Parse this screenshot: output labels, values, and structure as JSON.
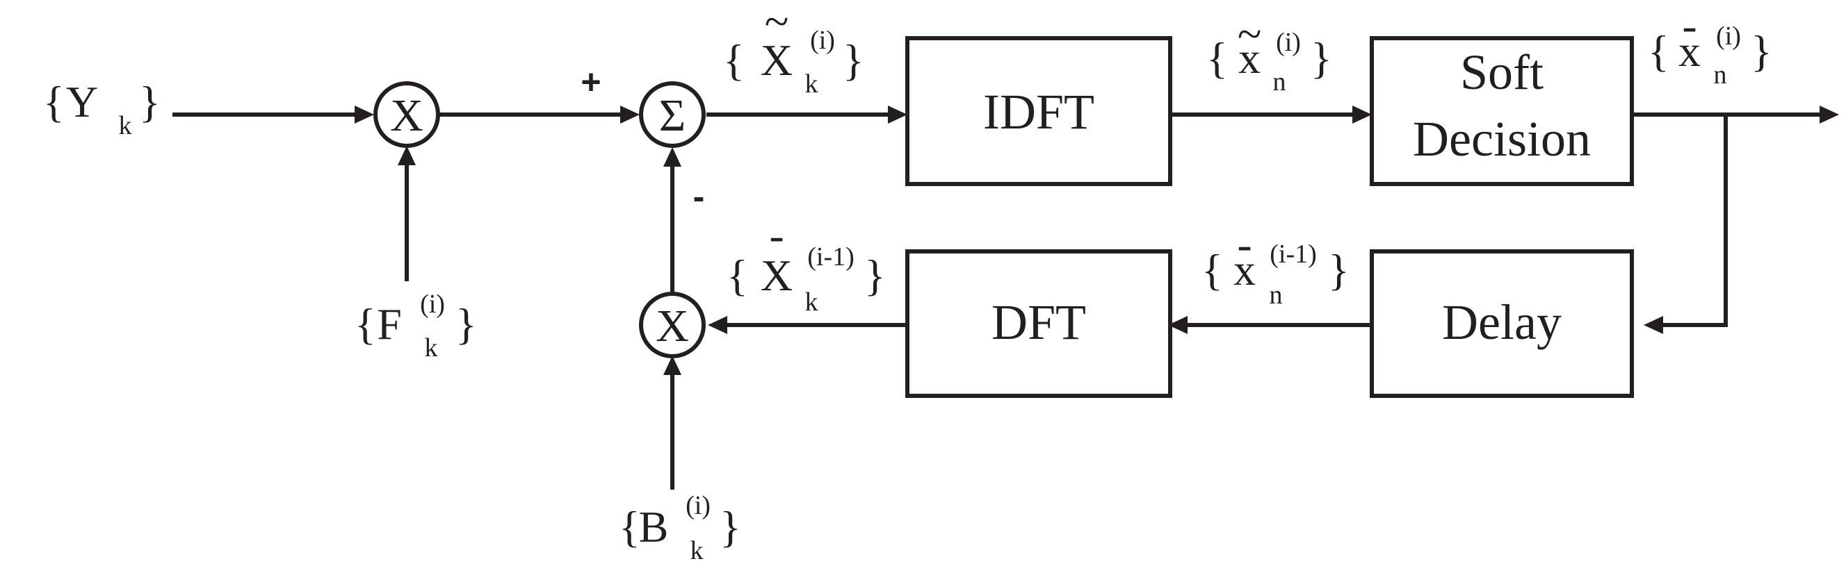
{
  "blocks": {
    "idft": "IDFT",
    "soft_line1": "Soft",
    "soft_line2": "Decision",
    "dft": "DFT",
    "delay": "Delay"
  },
  "nodes": {
    "multiplier_top": "X",
    "summer": "Σ",
    "multiplier_bottom": "X"
  },
  "signs": {
    "plus": "+",
    "minus": "-"
  },
  "signals": {
    "y_k": {
      "open": "{",
      "base": "Y",
      "sub": "k",
      "close": "}"
    },
    "f_k": {
      "open": "{",
      "base": "F",
      "sup": "(i)",
      "sub": "k",
      "close": "}"
    },
    "b_k": {
      "open": "{",
      "base": "B",
      "sup": "(i)",
      "sub": "k",
      "close": "}"
    },
    "x_tilde_k": {
      "open": "{",
      "base": "X",
      "accent": "~",
      "sup": "(i)",
      "sub": "k",
      "close": "}"
    },
    "x_tilde_n": {
      "open": "{",
      "base": "x",
      "accent": "~",
      "sup": "(i)",
      "sub": "n",
      "close": "}"
    },
    "x_bar_n": {
      "open": "{",
      "base": "x",
      "accent": "-",
      "sup": "(i)",
      "sub": "n",
      "close": "}"
    },
    "x_bar_n_prev": {
      "open": "{",
      "base": "x",
      "accent": "-",
      "sup": "(i-1)",
      "sub": "n",
      "close": "}"
    },
    "x_bar_k_prev": {
      "open": "{",
      "base": "X",
      "accent": "-",
      "sup": "(i-1)",
      "sub": "k",
      "close": "}"
    }
  },
  "colors": {
    "stroke": "#231f20",
    "background": "#ffffff"
  }
}
